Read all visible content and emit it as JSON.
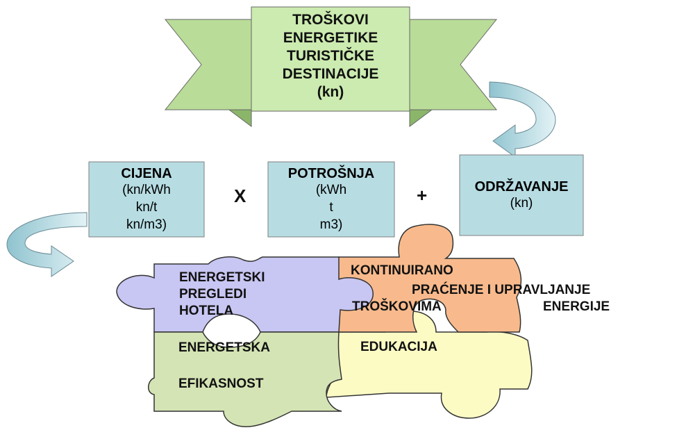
{
  "banner": {
    "lines": [
      "TROŠKOVI",
      "ENERGETIKE",
      "TURISTIČKE",
      "DESTINACIJE",
      "(kn)"
    ]
  },
  "boxes": {
    "cijena": {
      "title": "CIJENA",
      "lines": [
        "(kn/kWh",
        "kn/t",
        "kn/m3)"
      ]
    },
    "potrosnja": {
      "title": "POTROŠNJA",
      "lines": [
        "(kWh",
        "t",
        "m3)"
      ]
    },
    "odrzavanje": {
      "title": "ODRŽAVANJE",
      "lines": [
        "(kn)"
      ]
    }
  },
  "operators": {
    "multiply": "X",
    "plus": "+"
  },
  "puzzle": {
    "energetski": [
      "ENERGETSKI",
      "PREGLEDI",
      "HOTELA"
    ],
    "kontinuirano": [
      "KONTINUIRANO",
      "PRAĆENJE I UPRAVLJANJE",
      "TROŠKOVIMA",
      "ENERGIJE"
    ],
    "energetska": [
      "ENERGETSKA",
      "EFIKASNOST"
    ],
    "edukacija": "EDUKACIJA"
  },
  "colors": {
    "banner_fill": "#ccebb0",
    "box_fill": "#b7dde3",
    "arrow_fill": "#bfe0e8",
    "piece_purple": "#c8c6f2",
    "piece_orange": "#f8ba8c",
    "piece_green": "#d4e4b4",
    "piece_yellow": "#fdfbc4"
  }
}
